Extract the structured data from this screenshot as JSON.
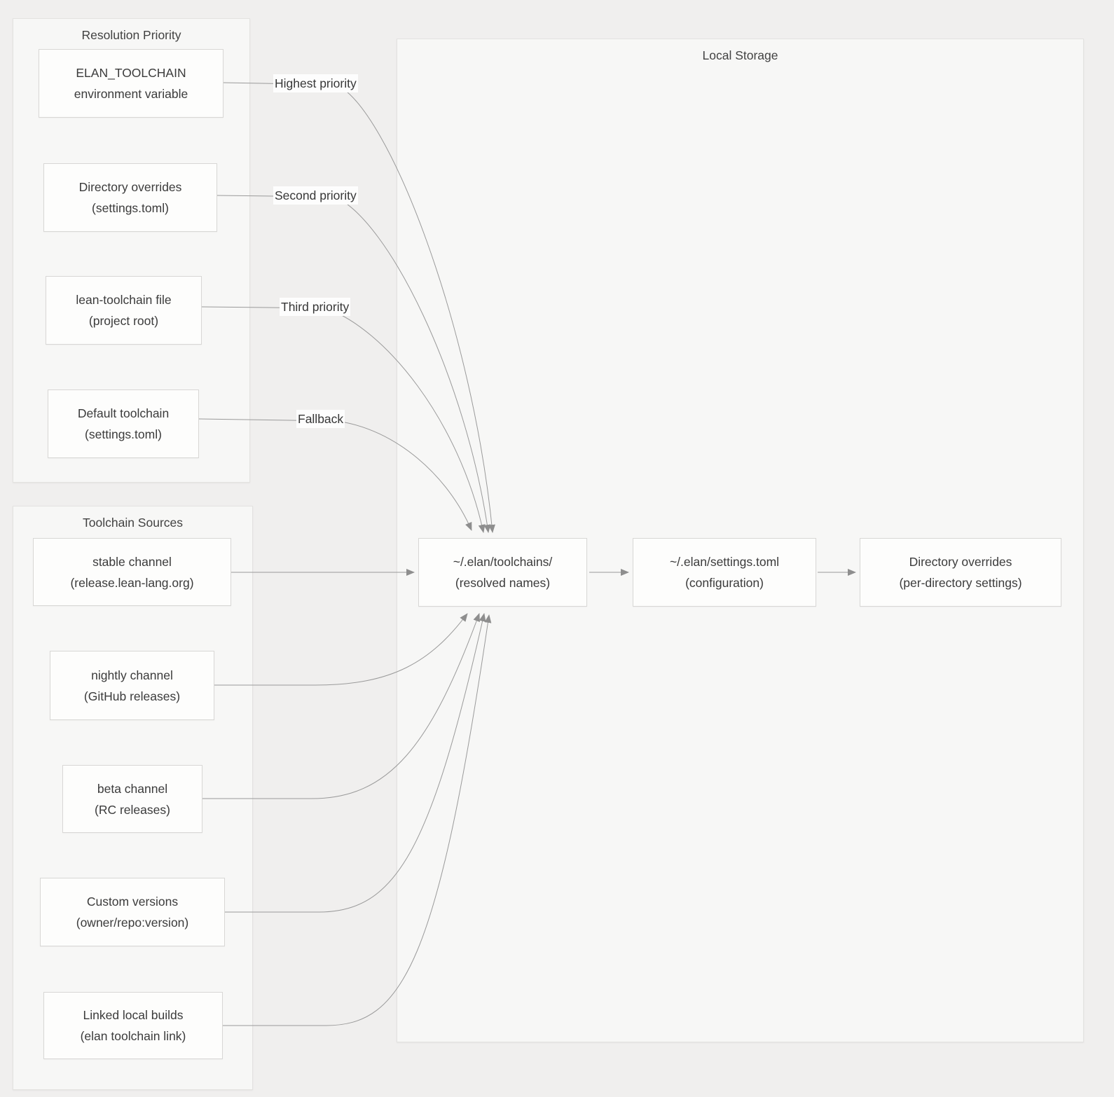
{
  "diagram_type": "flowchart",
  "colors": {
    "page_bg": "#f0efee",
    "group_bg": "#f7f7f6",
    "group_border": "#e3e2e0",
    "node_bg": "#fdfdfc",
    "node_border": "#d8d7d5",
    "edge": "#9a9a9a",
    "arrowhead": "#8e8e8e",
    "text": "#3b3b3b"
  },
  "groups": {
    "resolution_priority": {
      "title": "Resolution Priority",
      "nodes": [
        {
          "line1": "ELAN_TOOLCHAIN",
          "line2": "environment variable"
        },
        {
          "line1": "Directory overrides",
          "line2": "(settings.toml)"
        },
        {
          "line1": "lean-toolchain file",
          "line2": "(project root)"
        },
        {
          "line1": "Default toolchain",
          "line2": "(settings.toml)"
        }
      ]
    },
    "toolchain_sources": {
      "title": "Toolchain Sources",
      "nodes": [
        {
          "line1": "stable channel",
          "line2": "(release.lean-lang.org)"
        },
        {
          "line1": "nightly channel",
          "line2": "(GitHub releases)"
        },
        {
          "line1": "beta channel",
          "line2": "(RC releases)"
        },
        {
          "line1": "Custom versions",
          "line2": "(owner/repo:version)"
        },
        {
          "line1": "Linked local builds",
          "line2": "(elan toolchain link)"
        }
      ]
    },
    "local_storage": {
      "title": "Local Storage",
      "nodes": [
        {
          "line1": "~/.elan/toolchains/",
          "line2": "(resolved names)"
        },
        {
          "line1": "~/.elan/settings.toml",
          "line2": "(configuration)"
        },
        {
          "line1": "Directory overrides",
          "line2": "(per-directory settings)"
        }
      ]
    }
  },
  "edge_labels": [
    {
      "text": "Highest priority"
    },
    {
      "text": "Second priority"
    },
    {
      "text": "Third priority"
    },
    {
      "text": "Fallback"
    }
  ]
}
